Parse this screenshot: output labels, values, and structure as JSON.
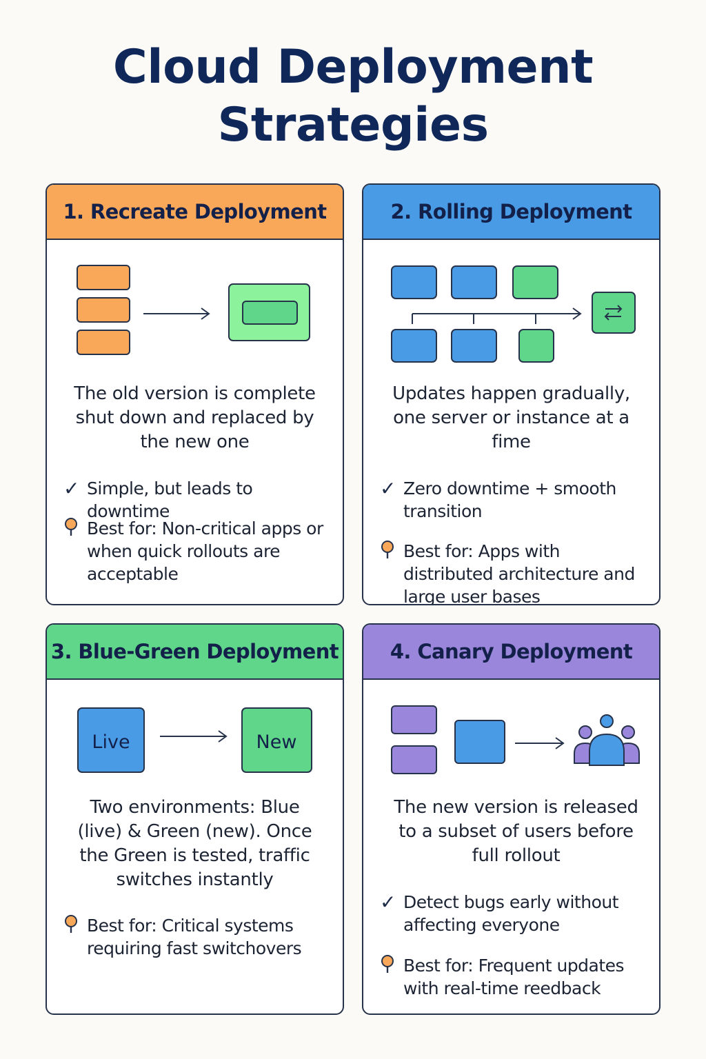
{
  "title": {
    "line1": "Cloud Deployment",
    "line2": "Strategies"
  },
  "colors": {
    "orange": "#f9a85a",
    "blue": "#4a9be5",
    "green": "#5fd68a",
    "purple": "#9a86db",
    "navy": "#10275a"
  },
  "cards": [
    {
      "title": "1. Recreate Deployment",
      "description": "The old version is complete shut down and replaced by the new one",
      "check": "Simple, but leads to downtime",
      "best_for": "Best for: Non-critical apps or when quick rollouts are acceptable"
    },
    {
      "title": "2. Rolling Deployment",
      "description": "Updates happen gradually, one server or instance at a fime",
      "check": "Zero downtime + smooth transition",
      "best_for": "Best for: Apps with distributed architecture and large user bases"
    },
    {
      "title": "3. Blue-Green Deployment",
      "diagram": {
        "live_label": "Live",
        "new_label": "New"
      },
      "description": "Two environments: Blue (live) & Green (new). Once the Green is tested, traffic switches instantly",
      "best_for": "Best for: Critical systems requiring fast switchovers"
    },
    {
      "title": "4. Canary Deployment",
      "description": "The new version is released to a subset of users before full rollout",
      "check": "Detect bugs early without affecting everyone",
      "best_for": "Best for: Frequent updates with real-time reedback"
    }
  ],
  "icons": {
    "check": "checkmark-icon",
    "best_for": "lightbulb-pin-icon",
    "users": "users-group-icon",
    "swap": "swap-arrows-icon"
  }
}
